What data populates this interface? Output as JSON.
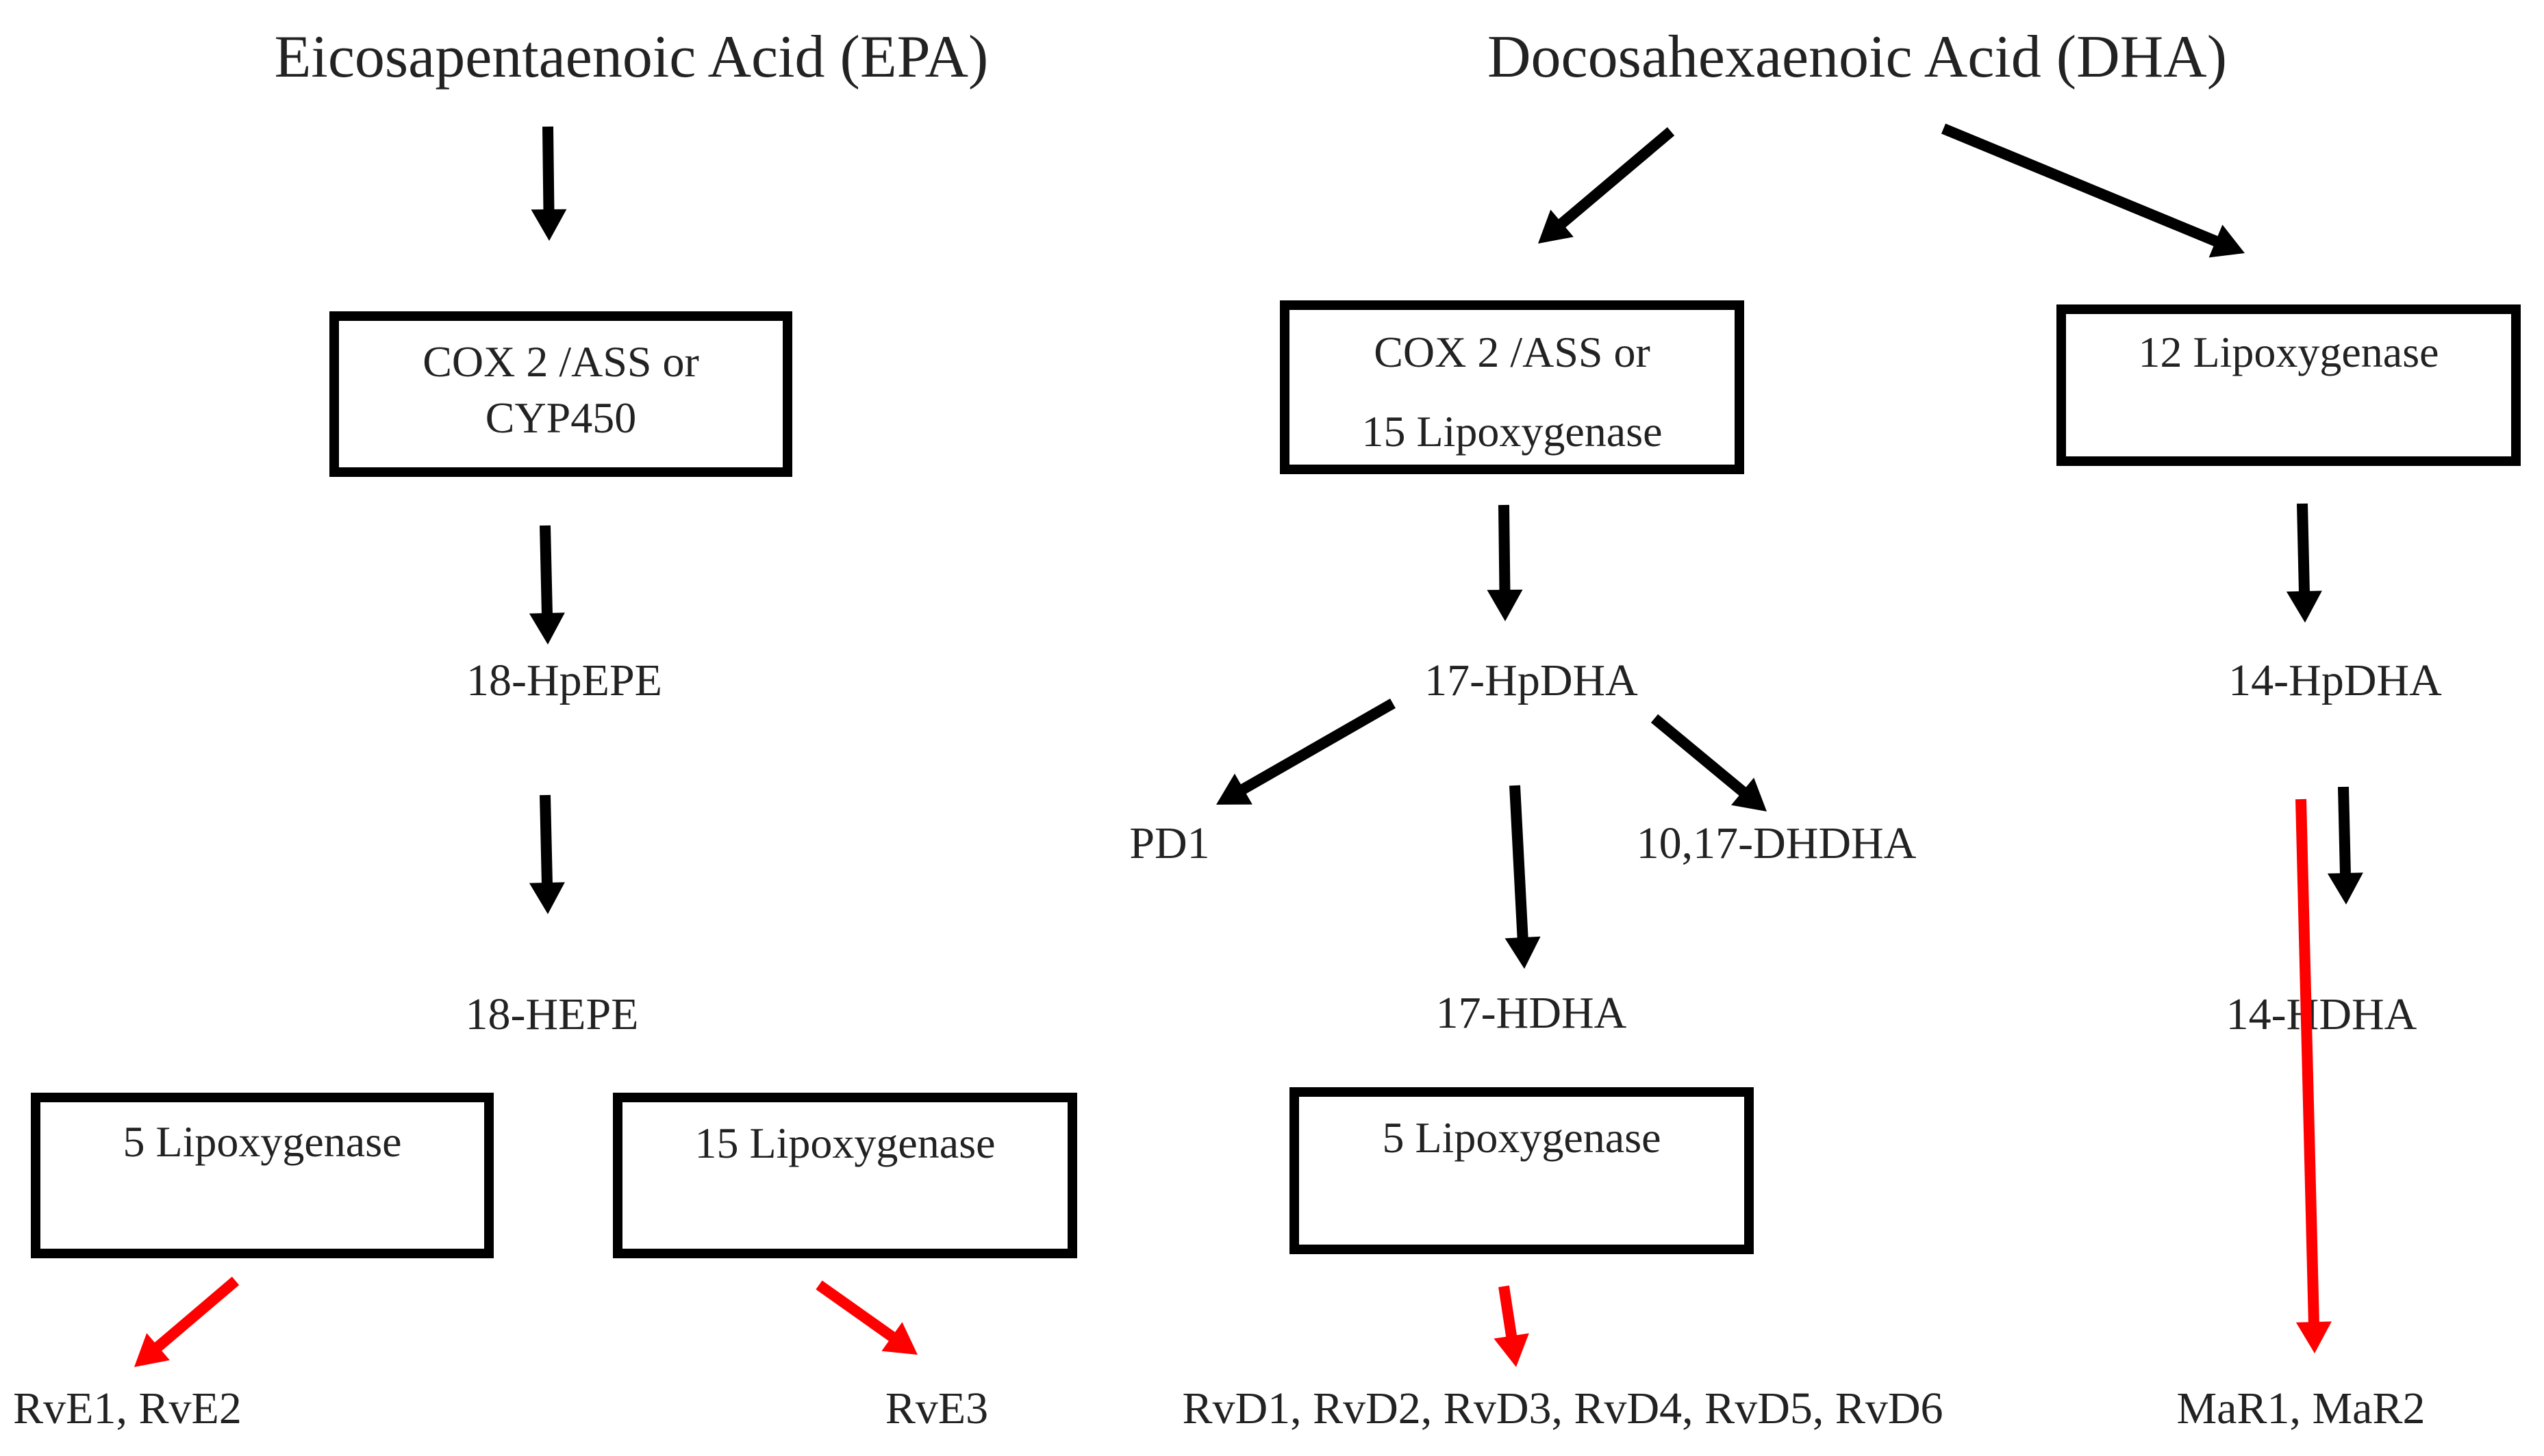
{
  "titles": {
    "epa": "Eicosapentaenoic Acid (EPA)",
    "dha": "Docosahexaenoic Acid (DHA)"
  },
  "boxes": {
    "epa_enzyme": {
      "line1": "COX 2 /ASS or",
      "line2": "CYP450"
    },
    "dha_enzyme": {
      "line1": "COX 2 /ASS or",
      "line2": "15 Lipoxygenase"
    },
    "lox12": {
      "line1": "12 Lipoxygenase"
    },
    "epa_5lox": {
      "line1": "5 Lipoxygenase"
    },
    "epa_15lox": {
      "line1": "15 Lipoxygenase"
    },
    "dha_5lox": {
      "line1": "5 Lipoxygenase"
    }
  },
  "intermediates": {
    "hpepe": "18-HpEPE",
    "hepe": "18-HEPE",
    "hpdha17": "17-HpDHA",
    "pd1": "PD1",
    "dhdha": "10,17-DHDHA",
    "hdha17": "17-HDHA",
    "hpdha14": "14-HpDHA",
    "hdha14": "14-HDHA"
  },
  "products": {
    "rve12": "RvE1, RvE2",
    "rve3": "RvE3",
    "rvd": "RvD1, RvD2, RvD3, RvD4, RvD5, RvD6",
    "mar": "MaR1, MaR2"
  },
  "colors": {
    "arrow": "#000000",
    "highlight_arrow": "#ff0000",
    "text": "#222222"
  }
}
